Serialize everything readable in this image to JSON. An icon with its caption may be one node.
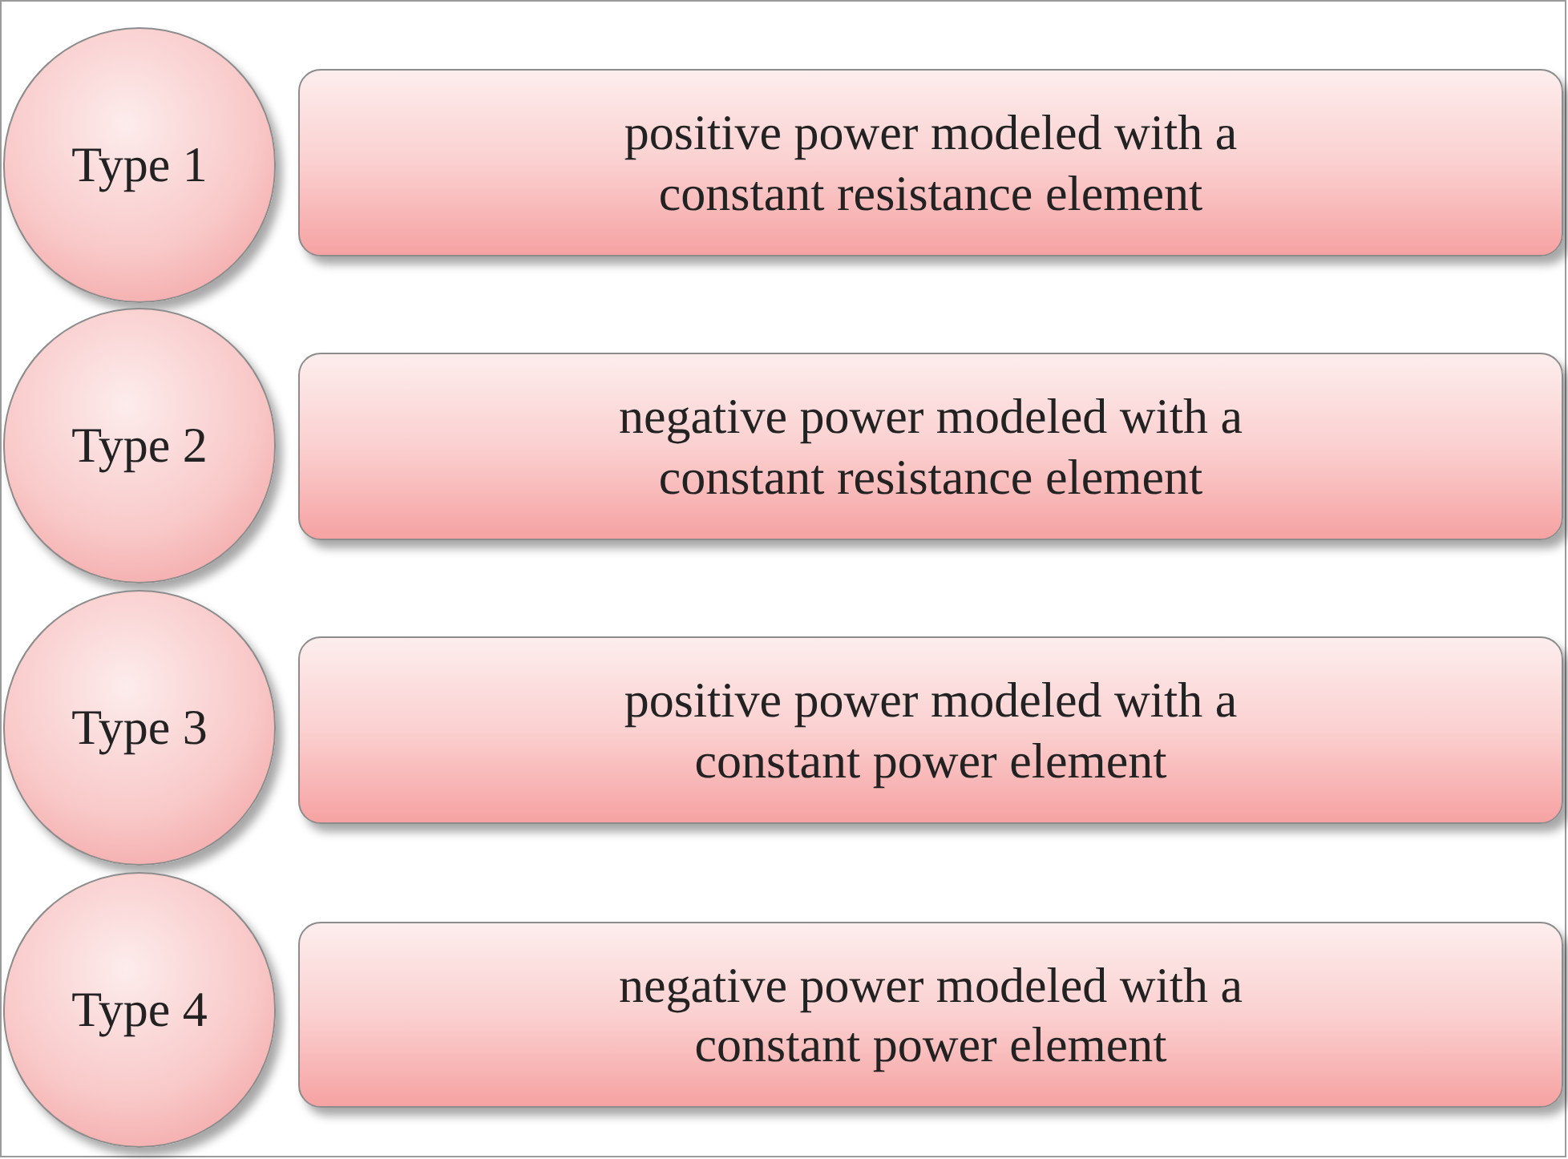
{
  "diagram": {
    "nodes": [
      {
        "text": [
          "Type 1"
        ]
      },
      {
        "text": [
          "positive power modeled with a constant resistance element"
        ]
      },
      {
        "text": [
          "Type 2"
        ]
      },
      {
        "text": [
          "negative power modeled with a constant resistance element"
        ]
      },
      {
        "text": [
          "Type 3"
        ]
      },
      {
        "text": [
          "positive power modeled with a constant power element"
        ]
      },
      {
        "text": [
          "Type 4"
        ]
      },
      {
        "text": [
          "negative power modeled with a constant power element"
        ]
      }
    ]
  }
}
